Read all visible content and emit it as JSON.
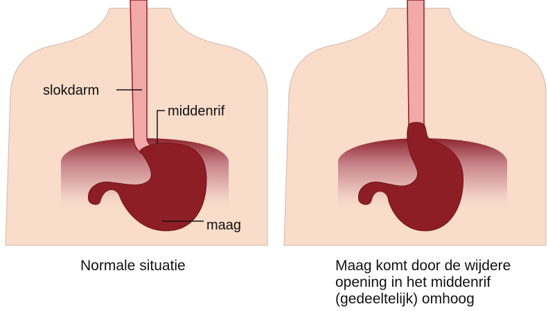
{
  "colors": {
    "skin": "#f9dcc9",
    "skin_outline": "#cfb8a8",
    "esophagus": "#f2a9a9",
    "esophagus_outline": "#8b1d24",
    "stomach": "#8e1e26",
    "diaphragm_top": "#8e2530",
    "diaphragm_mid": "#c98a8f",
    "label_line": "#111111"
  },
  "normal": {
    "labels": {
      "esophagus": "slokdarm",
      "diaphragm": "middenrif",
      "stomach": "maag"
    },
    "caption": "Normale situatie"
  },
  "hernia": {
    "caption_lines": [
      "Maag komt door de wijdere",
      "opening in het middenrif",
      "(gedeeltelijk) omhoog"
    ]
  }
}
